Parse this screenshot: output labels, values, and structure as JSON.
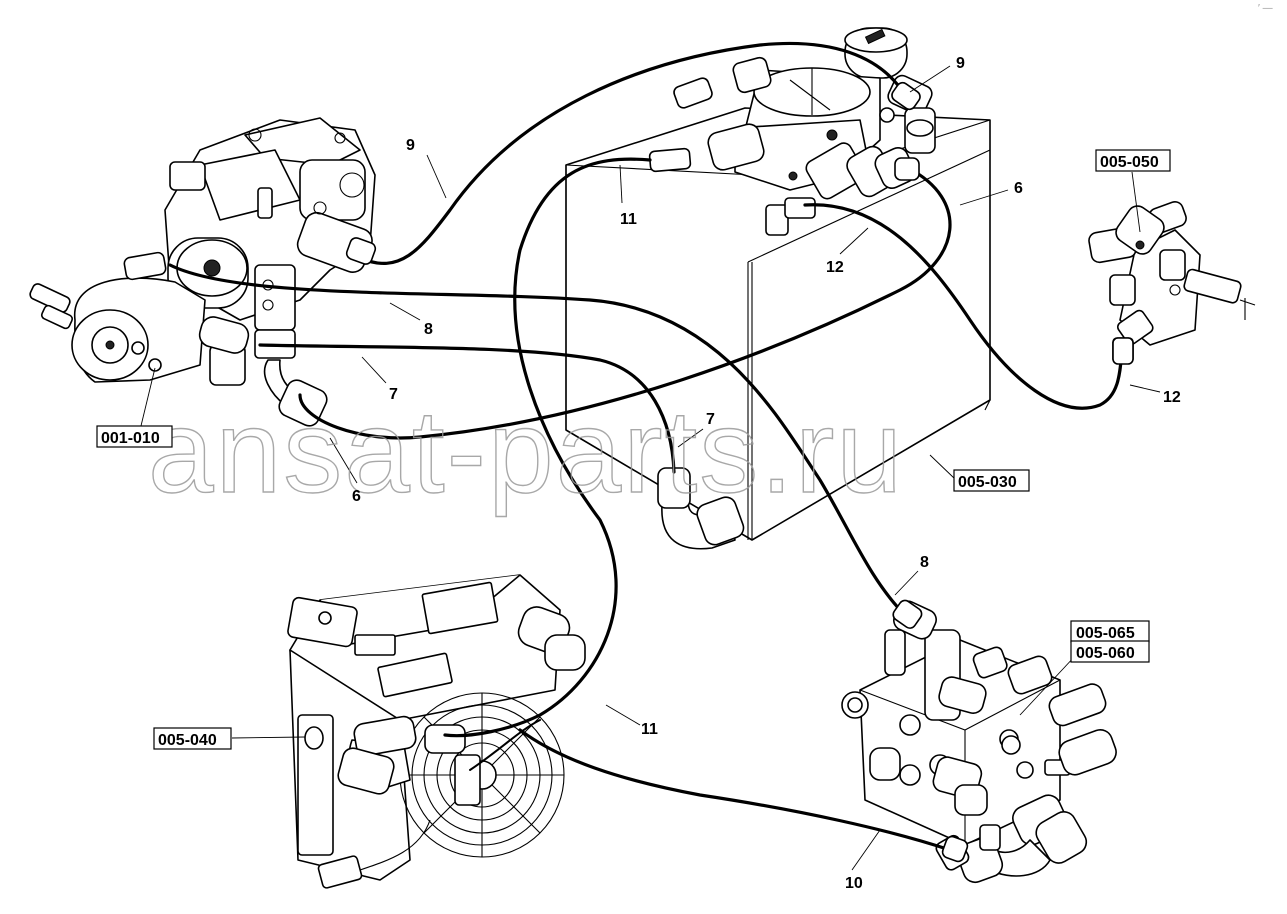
{
  "callouts": {
    "c9_left": "9",
    "c9_top": "9",
    "c11_top": "11",
    "c6_right": "6",
    "c12_mid": "12",
    "c8_left": "8",
    "c7_left": "7",
    "c7_mid": "7",
    "c6_bottom": "6",
    "c12_right": "12",
    "c8_bottom": "8",
    "c11_bottom": "11",
    "c10": "10"
  },
  "references": {
    "r005_050": "005-050",
    "r001_010": "001-010",
    "r005_030": "005-030",
    "r005_065": "005-065",
    "r005_060": "005-060",
    "r005_040": "005-040"
  },
  "watermark": "ansat-parts.ru",
  "corner_mark": "′ —"
}
